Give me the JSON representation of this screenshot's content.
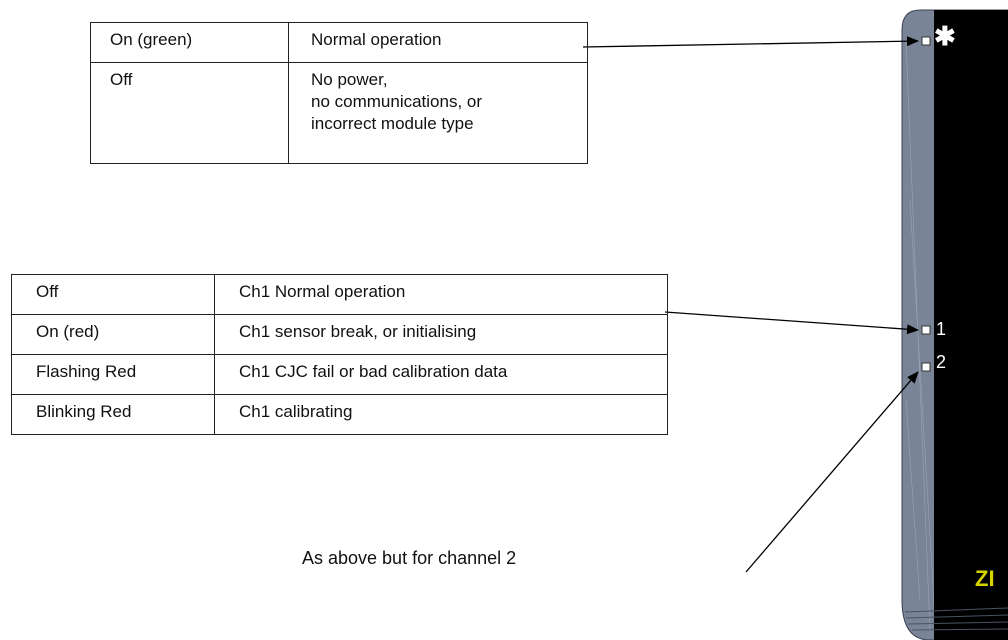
{
  "module_led_table": {
    "rows": [
      {
        "state": "On (green)",
        "meaning": "Normal operation"
      },
      {
        "state": "Off",
        "meaning": "No power,\nno communications, or\nincorrect module type"
      }
    ]
  },
  "channel1_led_table": {
    "rows": [
      {
        "state": "Off",
        "meaning": "Ch1 Normal operation"
      },
      {
        "state": "On (red)",
        "meaning": "Ch1 sensor break, or initialising"
      },
      {
        "state": "Flashing Red",
        "meaning": "Ch1 CJC fail or bad calibration data"
      },
      {
        "state": "Blinking Red",
        "meaning": "Ch1 calibrating"
      }
    ]
  },
  "channel2_note": "As above but for channel 2",
  "module": {
    "led_labels": {
      "module": "✱",
      "ch1": "1",
      "ch2": "2"
    },
    "brand_text": "ZI",
    "colors": {
      "body": "#7a8497",
      "face": "#000000",
      "brand": "#d8d400"
    }
  }
}
